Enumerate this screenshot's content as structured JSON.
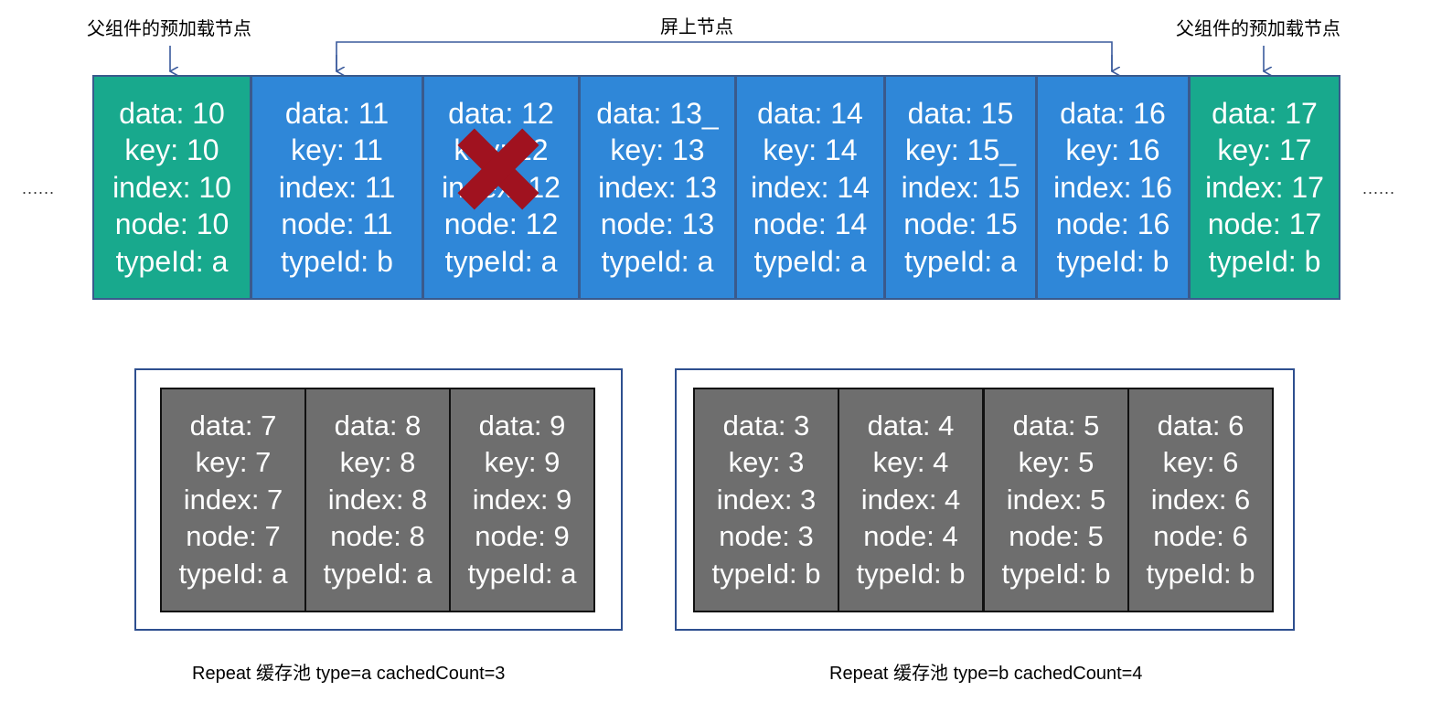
{
  "labels": {
    "parent_preload_left": "父组件的预加载节点",
    "onscreen": "屏上节点",
    "parent_preload_right": "父组件的预加载节点",
    "ellipsis_left": "......",
    "ellipsis_right": "......"
  },
  "colors": {
    "preload": "#18a98d",
    "onscreen": "#2f87d8",
    "pool": "#6e6e6e",
    "delete_mark": "#a0121f"
  },
  "top_nodes": [
    {
      "kind": "preload",
      "data": "data: 10",
      "key": "key: 10",
      "index": "index: 10",
      "node": "node: 10",
      "type": "typeId: a"
    },
    {
      "kind": "onscreen",
      "data": "data: 11",
      "key": "key: 11",
      "index": "index: 11",
      "node": "node: 11",
      "type": "typeId: b"
    },
    {
      "kind": "onscreen",
      "data": "data: 12",
      "key": "key: 12",
      "index": "index: 12",
      "node": "node: 12",
      "type": "typeId: a",
      "deleted": true
    },
    {
      "kind": "onscreen",
      "data": "data: 13_",
      "key": "key: 13",
      "index": "index: 13",
      "node": "node: 13",
      "type": "typeId: a"
    },
    {
      "kind": "onscreen",
      "data": "data: 14",
      "key": "key: 14",
      "index": "index: 14",
      "node": "node: 14",
      "type": "typeId: a"
    },
    {
      "kind": "onscreen",
      "data": "data: 15",
      "key": "key: 15_",
      "index": "index: 15",
      "node": "node: 15",
      "type": "typeId: a"
    },
    {
      "kind": "onscreen",
      "data": "data: 16",
      "key": "key: 16",
      "index": "index: 16",
      "node": "node: 16",
      "type": "typeId: b"
    },
    {
      "kind": "preload",
      "data": "data: 17",
      "key": "key: 17",
      "index": "index: 17",
      "node": "node: 17",
      "type": "typeId: b"
    }
  ],
  "pool_a": {
    "label": "Repeat 缓存池 type=a  cachedCount=3",
    "nodes": [
      {
        "data": "data: 7",
        "key": "key: 7",
        "index": "index: 7",
        "node": "node: 7",
        "type": "typeId: a"
      },
      {
        "data": "data: 8",
        "key": "key: 8",
        "index": "index: 8",
        "node": "node: 8",
        "type": "typeId: a"
      },
      {
        "data": "data: 9",
        "key": "key: 9",
        "index": "index: 9",
        "node": "node: 9",
        "type": "typeId: a"
      }
    ]
  },
  "pool_b": {
    "label": "Repeat 缓存池 type=b  cachedCount=4",
    "nodes": [
      {
        "data": "data: 3",
        "key": "key: 3",
        "index": "index: 3",
        "node": "node: 3",
        "type": "typeId: b"
      },
      {
        "data": "data: 4",
        "key": "key: 4",
        "index": "index: 4",
        "node": "node: 4",
        "type": "typeId: b"
      },
      {
        "data": "data: 5",
        "key": "key: 5",
        "index": "index: 5",
        "node": "node: 5",
        "type": "typeId: b"
      },
      {
        "data": "data: 6",
        "key": "key: 6",
        "index": "index: 6",
        "node": "node: 6",
        "type": "typeId: b"
      }
    ]
  }
}
